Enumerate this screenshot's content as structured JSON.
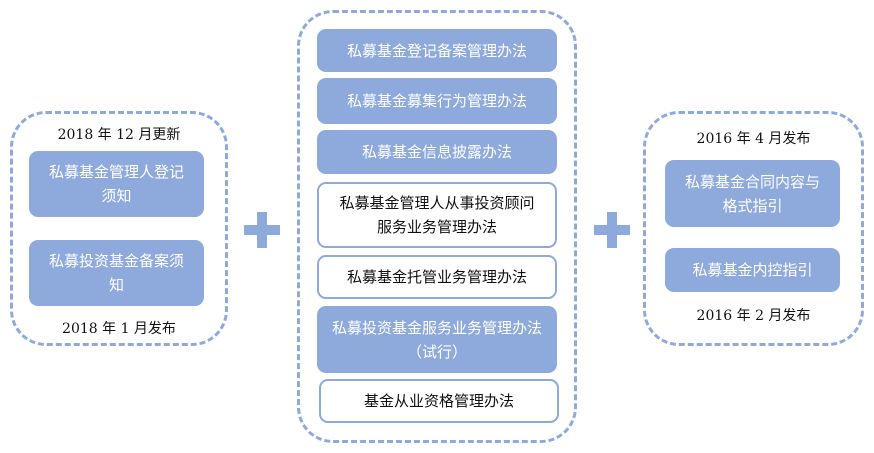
{
  "left": {
    "top_label": "2018 年 12 月更新",
    "bottom_label": "2018 年 1 月发布",
    "items": [
      "私募基金管理人登记须知",
      "私募投资基金备案须知"
    ]
  },
  "middle": {
    "items": [
      "私募基金登记备案管理办法",
      "私募基金募集行为管理办法",
      "私募基金信息披露办法",
      "私募基金管理人从事投资顾问服务业务管理办法",
      "私募基金托管业务管理办法",
      "私募投资基金服务业务管理办法（试行）",
      "基金从业资格管理办法"
    ]
  },
  "right": {
    "top_label": "2016 年 4 月发布",
    "bottom_label": "2016 年 2 月发布",
    "items": [
      "私募基金合同内容与格式指引",
      "私募基金内控指引"
    ]
  },
  "colors": {
    "accent": "#8EA9DB"
  }
}
